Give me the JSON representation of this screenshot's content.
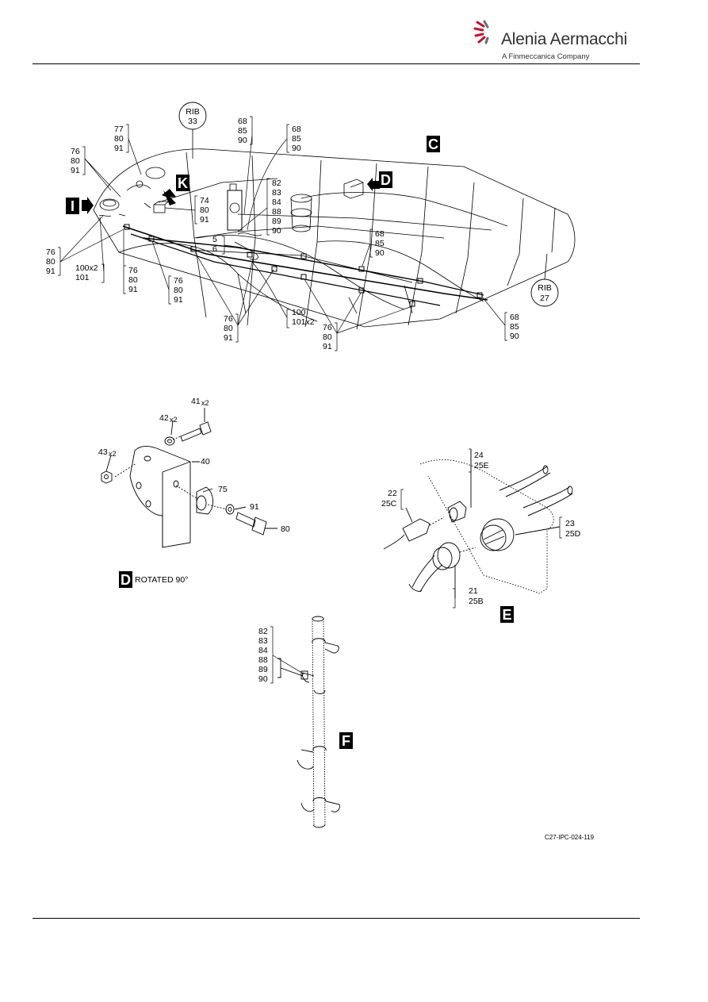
{
  "header": {
    "company": "Alenia Aermacchi",
    "subtitle": "A Finmeccanica Company"
  },
  "figure_code": "C27-IPC-024-119",
  "rib_tags": [
    {
      "word": "RIB",
      "num": "33"
    },
    {
      "word": "RIB",
      "num": "27"
    }
  ],
  "view_letters": {
    "C": "C",
    "D": "D",
    "K": "K",
    "I": "I",
    "E": "E",
    "F": "F",
    "D2": "D"
  },
  "rotated_caption": "ROTATED 90°",
  "callouts_c": [
    [
      "77",
      "80",
      "91"
    ],
    [
      "76",
      "80",
      "91"
    ],
    [
      "68",
      "85",
      "90"
    ],
    [
      "68",
      "85",
      "90"
    ],
    [
      "82",
      "83",
      "84",
      "88",
      "89",
      "90"
    ],
    [
      "74",
      "80",
      "91"
    ],
    [
      "5",
      "6"
    ],
    [
      "68",
      "85",
      "90"
    ],
    [
      "76",
      "80",
      "91"
    ],
    [
      "100x2",
      "101"
    ],
    [
      "76",
      "80",
      "91"
    ],
    [
      "76",
      "80",
      "91"
    ],
    [
      "76",
      "80",
      "91"
    ],
    [
      "100",
      "101x2"
    ],
    [
      "76",
      "80",
      "91"
    ],
    [
      "68",
      "85",
      "90"
    ]
  ],
  "callouts_d": {
    "bolt": "41",
    "washer_a": "42",
    "nut": "43",
    "bracket": "40",
    "clamp": "75",
    "washer_b": "91",
    "bolt_b": "80",
    "qty": "x2"
  },
  "callouts_e": [
    [
      "24",
      "25E"
    ],
    [
      "22",
      "25C"
    ],
    [
      "23",
      "25D"
    ],
    [
      "21",
      "25B"
    ]
  ],
  "callouts_f": [
    "82",
    "83",
    "84",
    "88",
    "89",
    "90"
  ]
}
